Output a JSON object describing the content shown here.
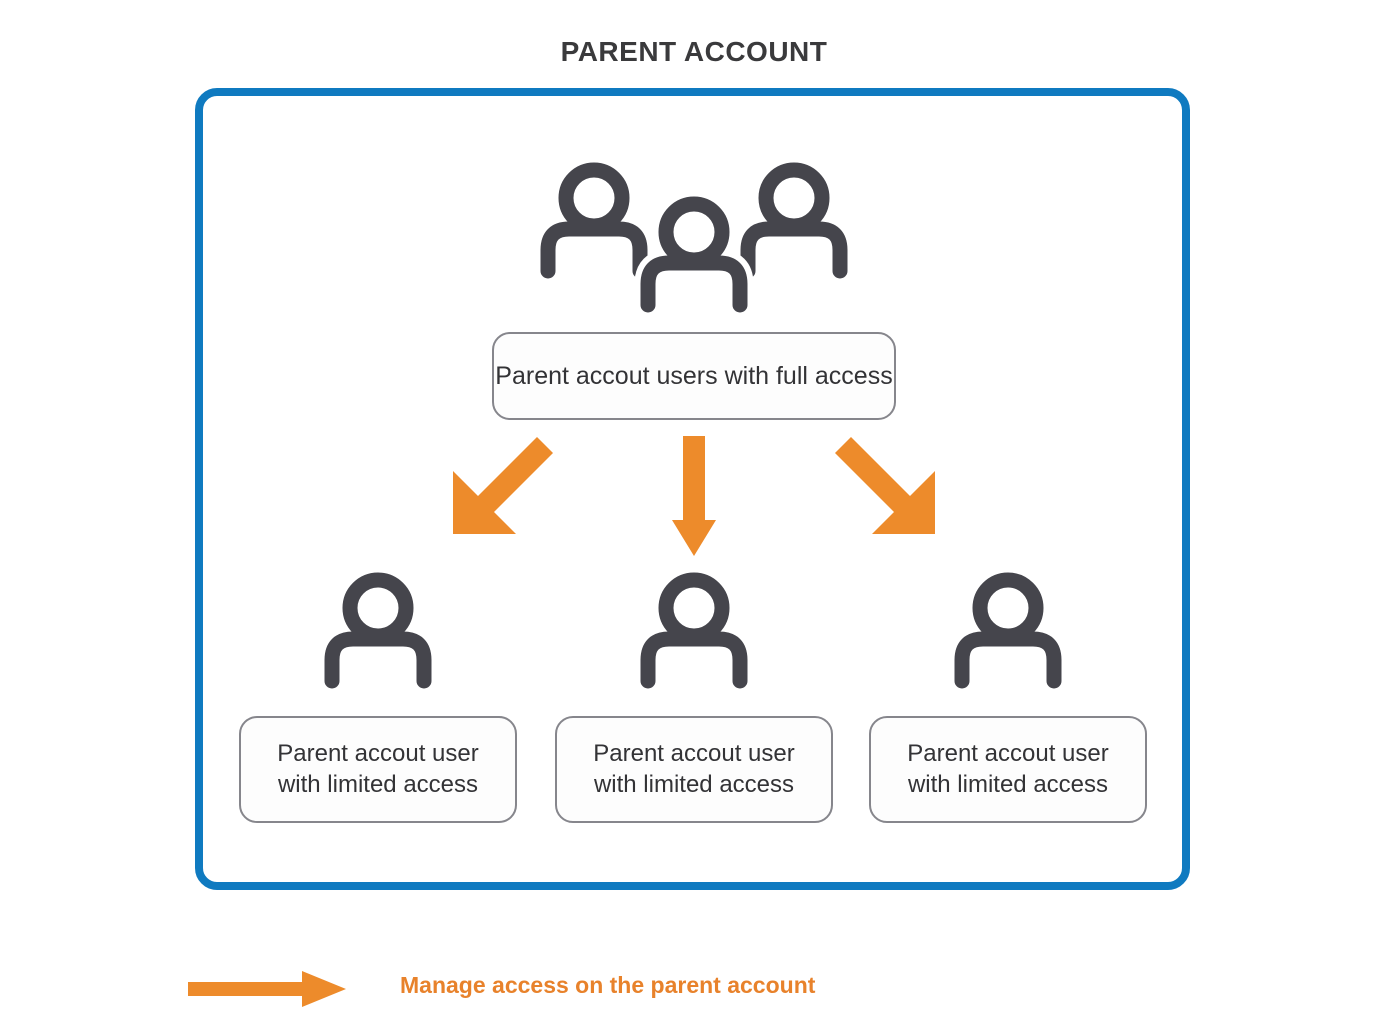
{
  "title": "PARENT ACCOUNT",
  "colors": {
    "container_border": "#0f7ac0",
    "arrow_orange": "#ed8b2b",
    "icon_gray": "#45454c",
    "box_border": "#86868c",
    "title_text": "#3a3a3c",
    "legend_text": "#e8822b",
    "background": "#ffffff"
  },
  "container": {
    "name": "parent-account-container"
  },
  "top_group": {
    "icon": "three-people-icon",
    "people_count": 3,
    "label": "Parent accout users with full access"
  },
  "arrows": [
    {
      "name": "arrow-down-left",
      "direction": "down-left"
    },
    {
      "name": "arrow-down",
      "direction": "down"
    },
    {
      "name": "arrow-down-right",
      "direction": "down-right"
    }
  ],
  "children": [
    {
      "icon": "person-icon",
      "label": "Parent accout user\nwith limited access"
    },
    {
      "icon": "person-icon",
      "label": "Parent accout user\nwith limited access"
    },
    {
      "icon": "person-icon",
      "label": "Parent accout user\nwith limited access"
    }
  ],
  "legend": {
    "icon": "right-arrow-icon",
    "label": "Manage access on the parent account"
  }
}
